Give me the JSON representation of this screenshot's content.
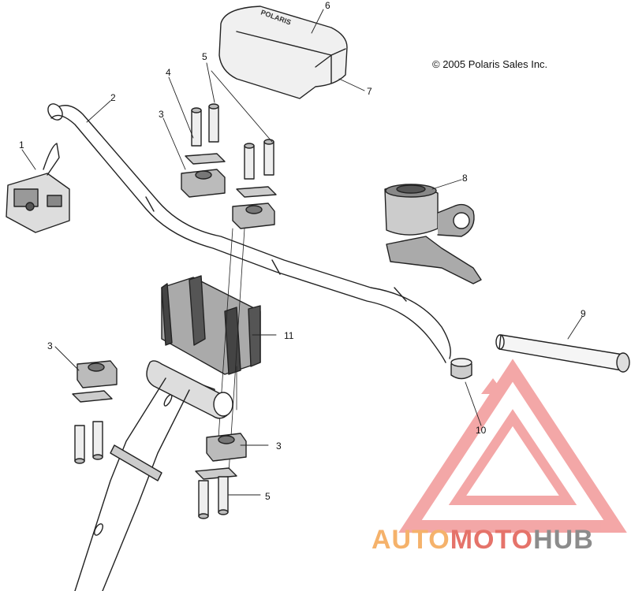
{
  "copyright": "© 2005 Polaris Sales Inc.",
  "callouts": {
    "c1": "1",
    "c2": "2",
    "c3a": "3",
    "c4": "4",
    "c5a": "5",
    "c6": "6",
    "c7": "7",
    "c8": "8",
    "c9": "9",
    "c10": "10",
    "c11": "11",
    "c3b": "3",
    "c3c": "3",
    "c5b": "5"
  },
  "pad_label": "POLARIS",
  "watermark": {
    "part1": "AUTO",
    "part2": "MOTO",
    "part3": "HUB",
    "colors": {
      "auto": "#f5b26b",
      "moto": "#e5736a",
      "hub": "#8c8c8c",
      "logo": "#f08a8a"
    }
  }
}
